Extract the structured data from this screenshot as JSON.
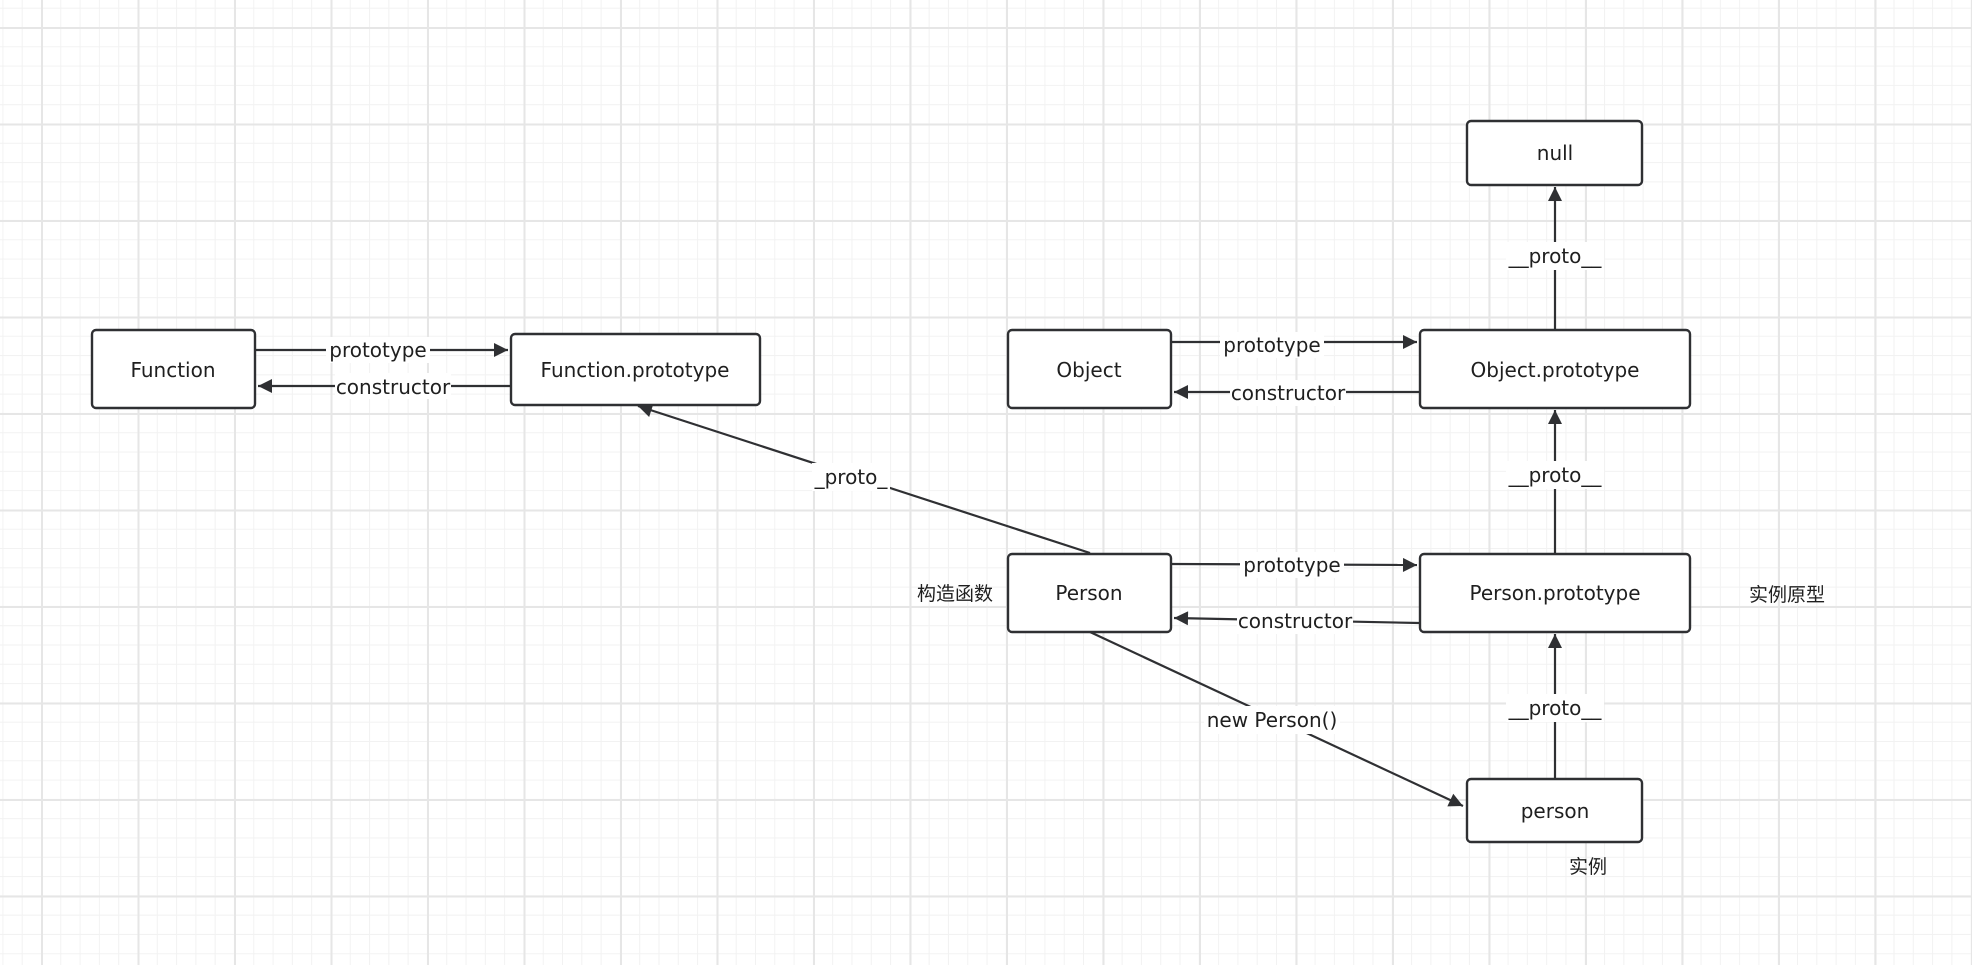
{
  "nodes": {
    "function": "Function",
    "function_prototype": "Function.prototype",
    "object": "Object",
    "object_prototype": "Object.prototype",
    "null": "null",
    "person": "Person",
    "person_prototype": "Person.prototype",
    "person_instance": "person"
  },
  "edges": {
    "function_prototype_label": "prototype",
    "function_constructor_label": "constructor",
    "object_prototype_label": "prototype",
    "object_constructor_label": "constructor",
    "object_proto_to_null_label": "__proto__",
    "person_proto_to_object_label": "__proto__",
    "person_to_function_proto_label": "_proto_",
    "person_prototype_label": "prototype",
    "person_constructor_label": "constructor",
    "new_person_label": "new Person()",
    "instance_proto_label": "__proto__"
  },
  "notes": {
    "constructor_note": "构造函数",
    "instance_prototype_note": "实例原型",
    "instance_note": "实例"
  },
  "colors": {
    "stroke": "#2f3033",
    "background": "#ffffff",
    "grid_major": "#e6e6e6",
    "grid_minor": "#f2f2f2"
  }
}
